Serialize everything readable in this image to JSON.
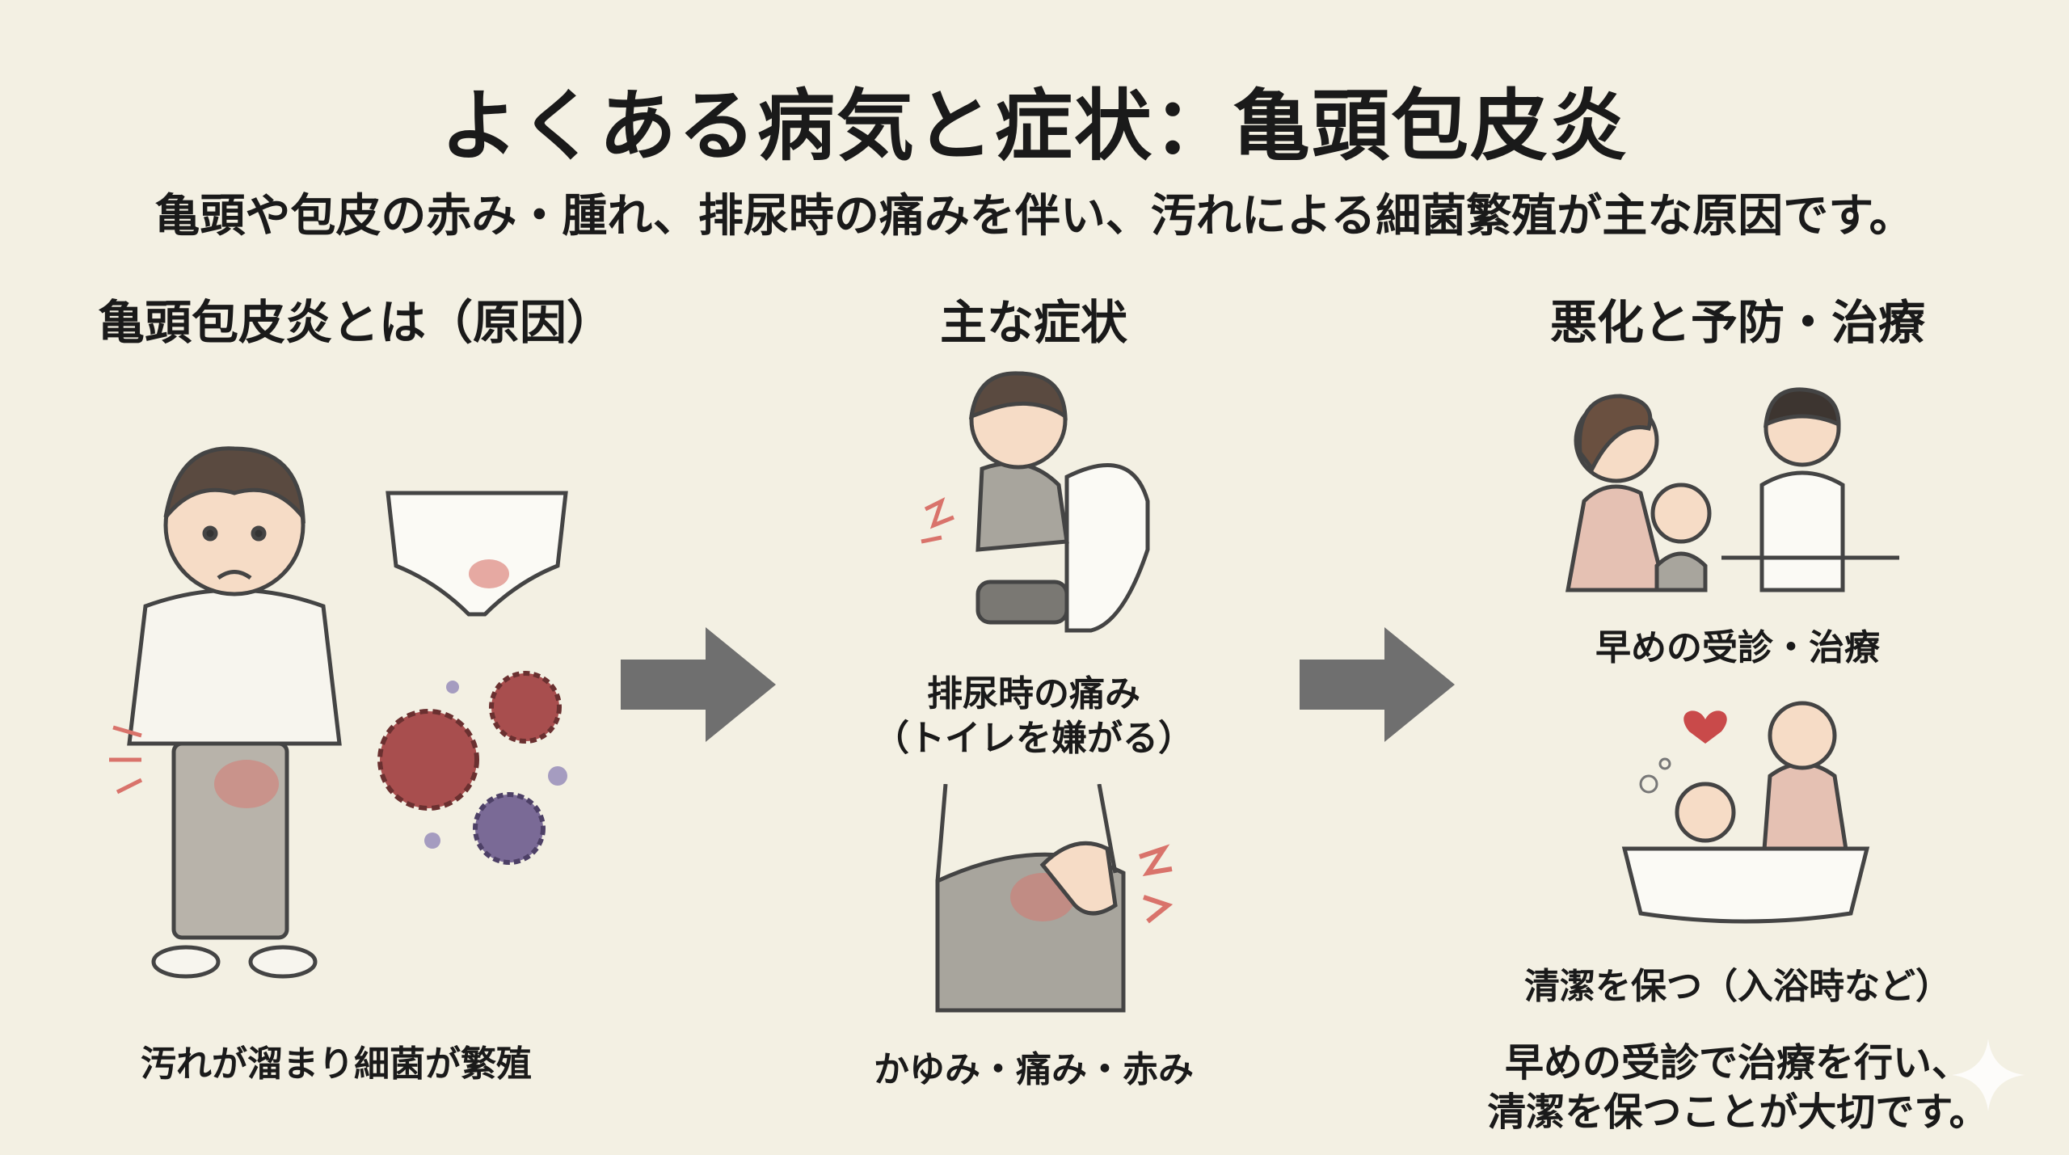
{
  "title": "よくある病気と症状：亀頭包皮炎",
  "subtitle": "亀頭や包皮の赤み・腫れ、排尿時の痛みを伴い、汚れによる細菌繁殖が主な原因です。",
  "sections": {
    "cause": {
      "heading": "亀頭包皮炎とは（原因）",
      "caption": "汚れが溜まり細菌が繁殖"
    },
    "symptoms": {
      "heading": "主な症状",
      "caption1_line1": "排尿時の痛み",
      "caption1_line2": "（トイレを嫌がる）",
      "caption2": "かゆみ・痛み・赤み"
    },
    "treatment": {
      "heading": "悪化と予防・治療",
      "caption1": "早めの受診・治療",
      "caption2": "清潔を保つ（入浴時など）",
      "summary_line1": "早めの受診で治療を行い、",
      "summary_line2": "清潔を保つことが大切です。"
    }
  },
  "colors": {
    "background": "#f3f0e3",
    "arrow": "#6f6f6f",
    "inflammation": "#d9736b",
    "bacteria_red": "#a84e4e",
    "bacteria_purple": "#7a6a96"
  }
}
